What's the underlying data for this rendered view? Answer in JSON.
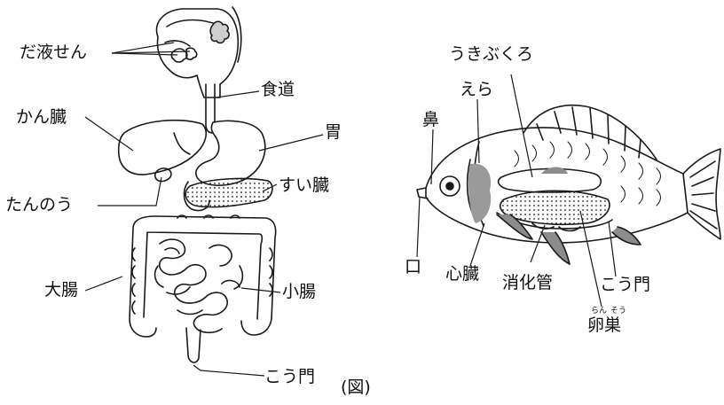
{
  "human": {
    "salivary_gland": "だ液せん",
    "esophagus": "食道",
    "liver": "かん臓",
    "stomach": "胃",
    "gallbladder": "たんのう",
    "pancreas": "すい臓",
    "large_intestine": "大腸",
    "small_intestine": "小腸",
    "anus": "こう門"
  },
  "fish": {
    "swim_bladder": "うきぶくろ",
    "gills": "えら",
    "nostril": "鼻",
    "mouth": "口",
    "heart": "心臓",
    "digestive_tract": "消化管",
    "anus": "こう門",
    "ovary": "卵巣",
    "ovary_reading_1": "らん",
    "ovary_reading_2": "そう"
  },
  "figure_caption": "(図)"
}
